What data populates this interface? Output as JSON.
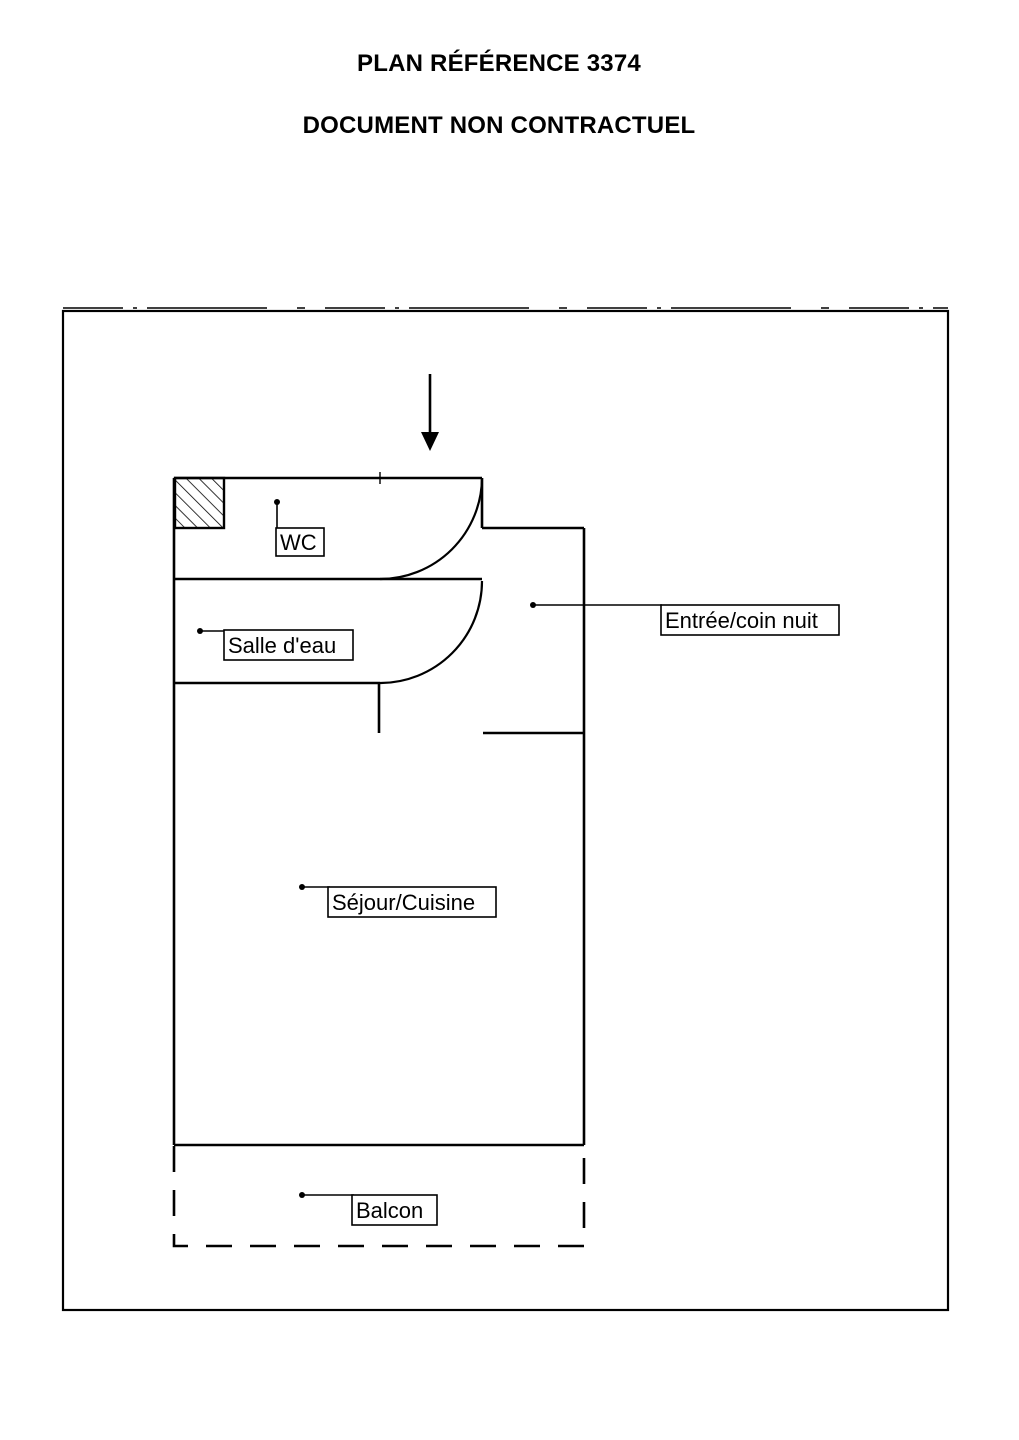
{
  "header": {
    "title_line_1": "PLAN RÉFÉRENCE 3374",
    "title_line_2": "DOCUMENT NON CONTRACTUEL"
  },
  "rooms": {
    "wc": "WC",
    "salle_eau": "Salle d'eau",
    "entree": "Entrée/coin nuit",
    "sejour": "Séjour/Cuisine",
    "balcon": "Balcon"
  },
  "colors": {
    "ink": "#000000",
    "paper": "#ffffff"
  }
}
